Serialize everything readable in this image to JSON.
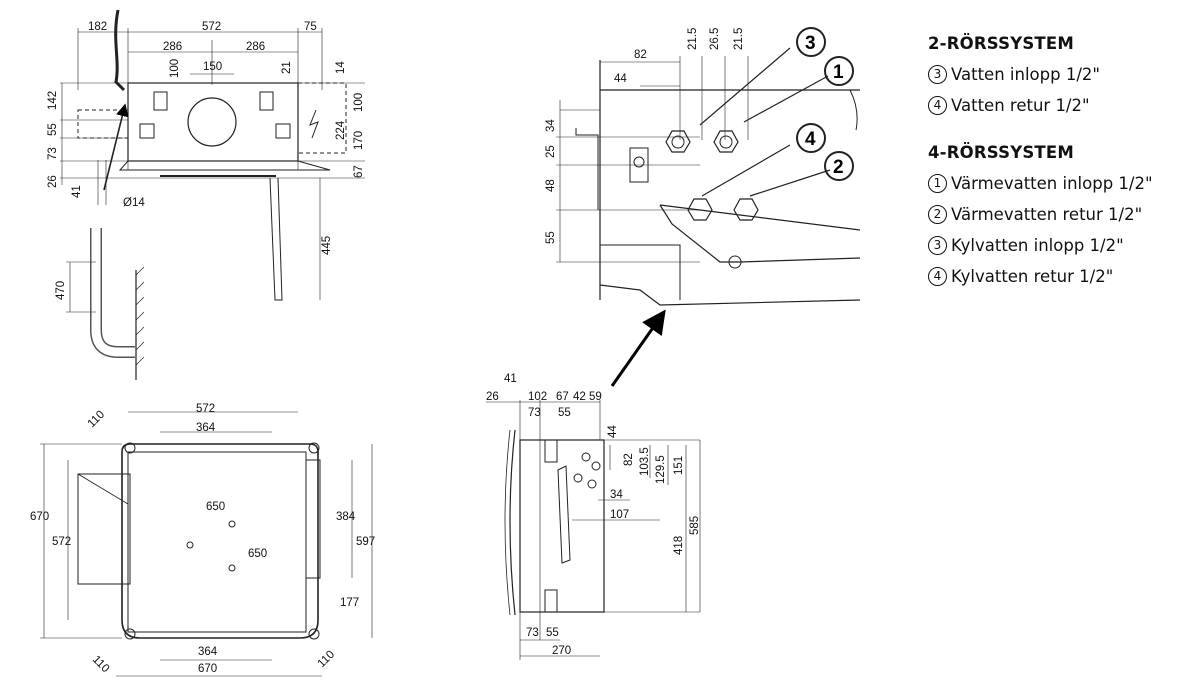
{
  "legend": {
    "two_pipe": {
      "title": "2-RÖRSSYSTEM",
      "items": [
        {
          "num": "3",
          "label": "Vatten inlopp 1/2\""
        },
        {
          "num": "4",
          "label": "Vatten retur 1/2\""
        }
      ]
    },
    "four_pipe": {
      "title": "4-RÖRSSYSTEM",
      "items": [
        {
          "num": "1",
          "label": "Värmevatten inlopp 1/2\""
        },
        {
          "num": "2",
          "label": "Värmevatten retur 1/2\""
        },
        {
          "num": "3",
          "label": "Kylvatten inlopp 1/2\""
        },
        {
          "num": "4",
          "label": "Kylvatten retur 1/2\""
        }
      ]
    }
  },
  "front_view": {
    "dims_top": [
      "182",
      "572",
      "75",
      "286",
      "286",
      "150"
    ],
    "dims_left": [
      "142",
      "73",
      "55",
      "26",
      "41",
      "470"
    ],
    "dims_inner": [
      "100",
      "21",
      "14",
      "100",
      "224",
      "170",
      "67",
      "445"
    ],
    "pipe_diameter": "Ø14"
  },
  "top_view": {
    "dims": [
      "572",
      "364",
      "110",
      "650",
      "650",
      "670",
      "572",
      "384",
      "597",
      "177",
      "364",
      "670",
      "110",
      "110"
    ]
  },
  "detail_view": {
    "dims_top": [
      "82",
      "21.5",
      "26.5",
      "21.5",
      "44"
    ],
    "dims_left": [
      "34",
      "25",
      "48",
      "55"
    ],
    "bubbles": [
      "3",
      "1",
      "4",
      "2"
    ]
  },
  "side_view": {
    "dims_top": [
      "41",
      "26",
      "102",
      "67",
      "42",
      "59",
      "73",
      "55"
    ],
    "dims_right": [
      "44",
      "82",
      "103.5",
      "129.5",
      "151",
      "34",
      "107",
      "418",
      "585"
    ],
    "dims_bottom": [
      "73",
      "55",
      "270"
    ]
  }
}
